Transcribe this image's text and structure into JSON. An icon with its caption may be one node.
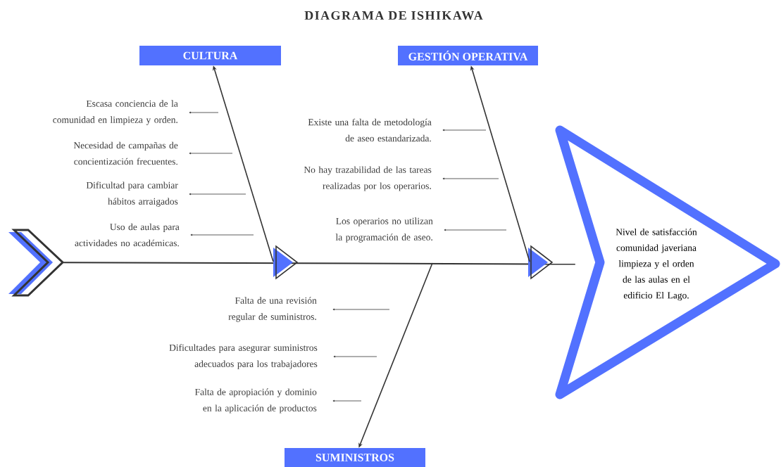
{
  "diagram": {
    "title": "DIAGRAMA DE ISHIKAWA",
    "nodes": [
      {
        "text": [
          "CULTURA"
        ]
      },
      {
        "text": [
          "GESTIÓN OPERATIVA"
        ]
      },
      {
        "text": [
          "Escasa conciencia de la comunidad en limpieza y orden."
        ]
      },
      {
        "text": [
          "Necesidad de campañas de concientización frecuentes."
        ]
      },
      {
        "text": [
          "Dificultad para cambiar hábitos arraigados"
        ]
      },
      {
        "text": [
          "Uso de aulas para actividades no académicas."
        ]
      },
      {
        "text": [
          "Existe una falta de metodología de aseo estandarizada."
        ]
      },
      {
        "text": [
          "No hay trazabilidad de las tareas realizadas por los operarios."
        ]
      },
      {
        "text": [
          "Los operarios no utilizan la programación de aseo."
        ]
      },
      {
        "text": [],
        "shape": "chevron"
      },
      {
        "text": [
          "Nivel de satisfacción comunidad javeriana limpieza y el orden de las aulas en el edificio El Lago."
        ]
      },
      {
        "text": [
          "Falta de una revisión regular de suministros."
        ]
      },
      {
        "text": [
          "Dificultades para asegurar suministros adecuados para los trabajadores"
        ]
      },
      {
        "text": [
          "Falta de apropiación y dominio en la aplicación de productos"
        ]
      },
      {
        "text": [
          "SUMINISTROS"
        ]
      }
    ],
    "edges": [
      {
        "from": 9,
        "to": 10,
        "arrow": "to"
      },
      {
        "from": null,
        "to": 0,
        "arrow": "to"
      },
      {
        "from": null,
        "to": 1,
        "arrow": "to"
      },
      {
        "from": null,
        "to": 14,
        "arrow": "to"
      },
      {
        "from": null,
        "to": 2,
        "arrow": "to"
      },
      {
        "from": null,
        "to": 3,
        "arrow": "to"
      },
      {
        "from": null,
        "to": 4,
        "arrow": "to"
      },
      {
        "from": null,
        "to": 5,
        "arrow": "to"
      },
      {
        "from": null,
        "to": 6,
        "arrow": "to"
      },
      {
        "from": null,
        "to": 7,
        "arrow": "to"
      },
      {
        "from": null,
        "to": 8,
        "arrow": "to"
      },
      {
        "from": null,
        "to": 11,
        "arrow": "to"
      },
      {
        "from": null,
        "to": 12,
        "arrow": "to"
      },
      {
        "from": null,
        "to": 13,
        "arrow": "to"
      }
    ]
  }
}
